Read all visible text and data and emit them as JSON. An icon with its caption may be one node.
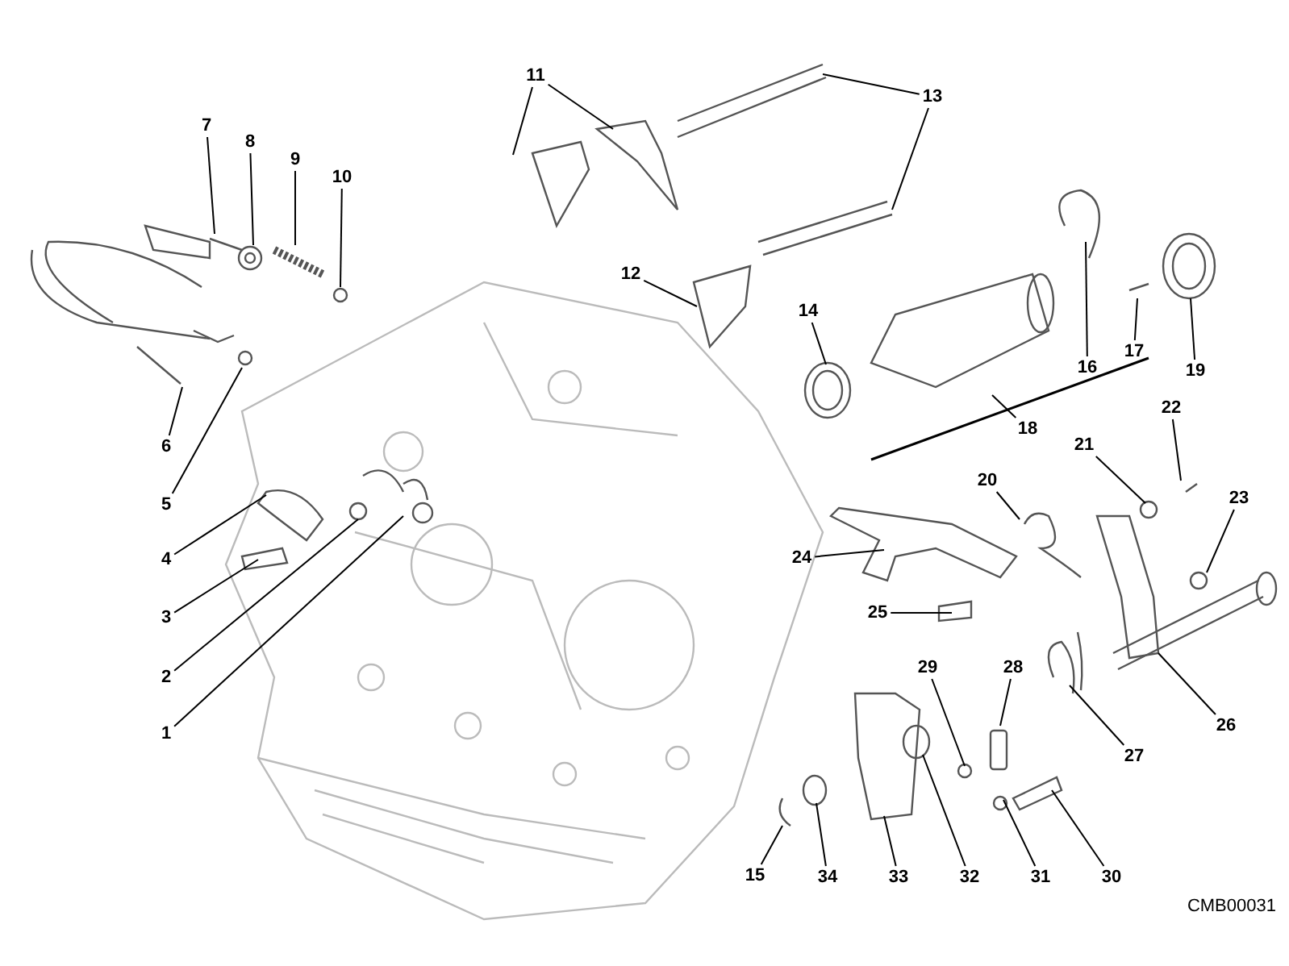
{
  "diagram": {
    "nodes": [
      {
        "text": [
          "1"
        ]
      },
      {
        "text": [
          "2"
        ]
      },
      {
        "text": [
          "3"
        ]
      },
      {
        "text": [
          "4"
        ]
      },
      {
        "text": [
          "5"
        ]
      },
      {
        "text": [
          "6"
        ]
      },
      {
        "text": [
          "7"
        ]
      },
      {
        "text": [
          "8"
        ]
      },
      {
        "text": [
          "9"
        ]
      },
      {
        "text": [
          "10"
        ]
      },
      {
        "text": [
          "11"
        ]
      },
      {
        "text": [
          "12"
        ]
      },
      {
        "text": [
          "13"
        ]
      },
      {
        "text": [
          "14"
        ]
      },
      {
        "text": [
          "15"
        ]
      },
      {
        "text": [
          "16"
        ]
      },
      {
        "text": [
          "17"
        ]
      },
      {
        "text": [
          "18"
        ]
      },
      {
        "text": [
          "19"
        ]
      },
      {
        "text": [
          "20"
        ]
      },
      {
        "text": [
          "21"
        ]
      },
      {
        "text": [
          "22"
        ]
      },
      {
        "text": [
          "23"
        ]
      },
      {
        "text": [
          "24"
        ]
      },
      {
        "text": [
          "25"
        ]
      },
      {
        "text": [
          "26"
        ]
      },
      {
        "text": [
          "27"
        ]
      },
      {
        "text": [
          "28"
        ]
      },
      {
        "text": [
          "29"
        ]
      },
      {
        "text": [
          "30"
        ]
      },
      {
        "text": [
          "31"
        ]
      },
      {
        "text": [
          "32"
        ]
      },
      {
        "text": [
          "33"
        ]
      },
      {
        "text": [
          "34"
        ]
      }
    ],
    "edges": [
      {
        "from": 0,
        "to": null,
        "arrow": "none"
      },
      {
        "from": 1,
        "to": null,
        "arrow": "none"
      },
      {
        "from": 2,
        "to": null,
        "arrow": "none"
      },
      {
        "from": 3,
        "to": null,
        "arrow": "none"
      },
      {
        "from": 4,
        "to": null,
        "arrow": "none"
      },
      {
        "from": 5,
        "to": null,
        "arrow": "none"
      },
      {
        "from": 6,
        "to": null,
        "arrow": "none"
      },
      {
        "from": 7,
        "to": null,
        "arrow": "none"
      },
      {
        "from": 8,
        "to": null,
        "arrow": "none"
      },
      {
        "from": 9,
        "to": null,
        "arrow": "none"
      },
      {
        "from": 10,
        "to": null,
        "arrow": "none"
      },
      {
        "from": 10,
        "to": null,
        "arrow": "none"
      },
      {
        "from": 11,
        "to": null,
        "arrow": "none"
      },
      {
        "from": 12,
        "to": null,
        "arrow": "none"
      },
      {
        "from": 12,
        "to": null,
        "arrow": "none"
      },
      {
        "from": 13,
        "to": null,
        "arrow": "none"
      },
      {
        "from": 14,
        "to": null,
        "arrow": "none"
      },
      {
        "from": 15,
        "to": null,
        "arrow": "none"
      },
      {
        "from": 16,
        "to": null,
        "arrow": "none"
      },
      {
        "from": 17,
        "to": null,
        "arrow": "none"
      },
      {
        "from": 18,
        "to": null,
        "arrow": "none"
      },
      {
        "from": 19,
        "to": null,
        "arrow": "none"
      },
      {
        "from": 20,
        "to": null,
        "arrow": "none"
      },
      {
        "from": 21,
        "to": null,
        "arrow": "none"
      },
      {
        "from": 22,
        "to": null,
        "arrow": "none"
      },
      {
        "from": 23,
        "to": null,
        "arrow": "none"
      },
      {
        "from": 24,
        "to": null,
        "arrow": "none"
      },
      {
        "from": 25,
        "to": null,
        "arrow": "none"
      },
      {
        "from": 26,
        "to": null,
        "arrow": "none"
      },
      {
        "from": 27,
        "to": null,
        "arrow": "none"
      },
      {
        "from": 28,
        "to": null,
        "arrow": "none"
      },
      {
        "from": 29,
        "to": null,
        "arrow": "none"
      },
      {
        "from": 30,
        "to": null,
        "arrow": "none"
      },
      {
        "from": 31,
        "to": null,
        "arrow": "none"
      },
      {
        "from": 32,
        "to": null,
        "arrow": "none"
      },
      {
        "from": 33,
        "to": null,
        "arrow": "none"
      }
    ],
    "labels": [
      "CMB00031"
    ]
  }
}
